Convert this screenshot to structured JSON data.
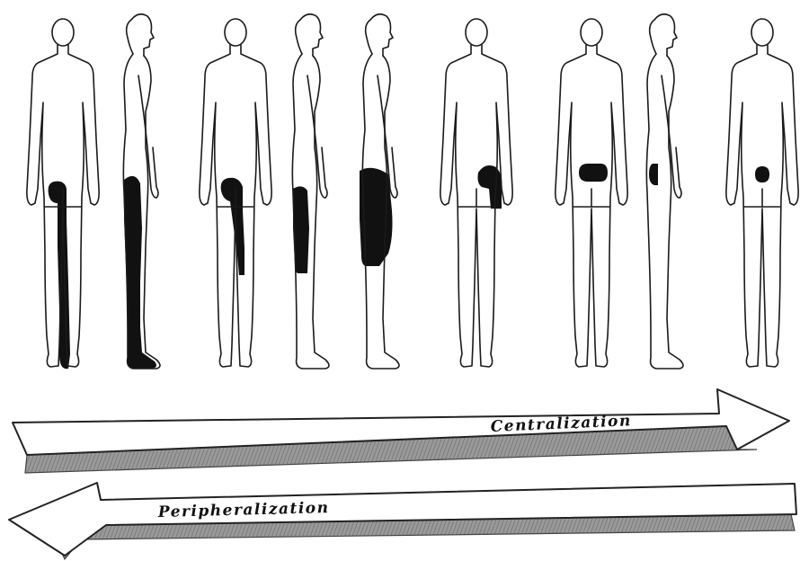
{
  "arrows": {
    "top": {
      "label": "Centralization",
      "direction": "right"
    },
    "bottom": {
      "label": "Peripheralization",
      "direction": "left"
    }
  },
  "figures": [
    {
      "view": "back",
      "pain_pattern": "buttock-to-foot"
    },
    {
      "view": "side",
      "pain_pattern": "full-leg-posterior"
    },
    {
      "view": "back",
      "pain_pattern": "buttock-to-calf"
    },
    {
      "view": "side",
      "pain_pattern": "thigh-posterior"
    },
    {
      "view": "side",
      "pain_pattern": "thigh-to-knee-wide"
    },
    {
      "view": "back",
      "pain_pattern": "buttock-lateral"
    },
    {
      "view": "back",
      "pain_pattern": "lumbar-central"
    },
    {
      "view": "side",
      "pain_pattern": "lumbar-small"
    },
    {
      "view": "back",
      "pain_pattern": "lumbar-spot"
    }
  ],
  "colors": {
    "ink": "#1a1a1a",
    "pain": "#111111",
    "arrow_fill": "#ffffff",
    "arrow_shade": "#8a8a8a"
  }
}
